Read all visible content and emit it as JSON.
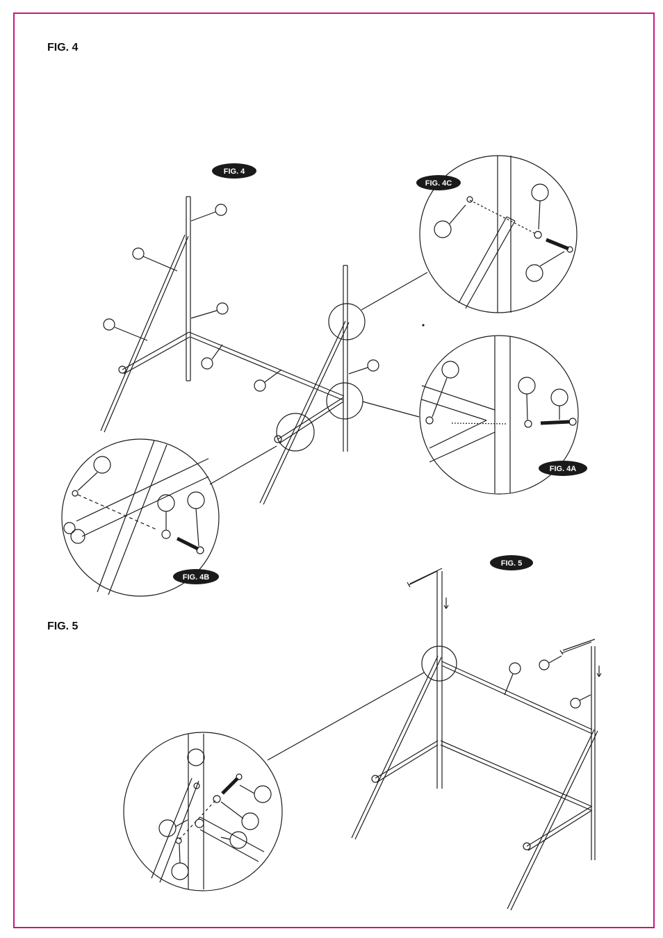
{
  "headings": {
    "fig4": "FIG. 4",
    "fig5": "FIG. 5"
  },
  "callouts": {
    "fig4": "FIG. 4",
    "fig4a": "FIG. 4A",
    "fig4b": "FIG. 4B",
    "fig4c": "FIG. 4C",
    "fig5": "FIG. 5"
  },
  "colors": {
    "border": "#c8177e",
    "line": "#1a1a1a",
    "pill": "#1a1a1a"
  }
}
